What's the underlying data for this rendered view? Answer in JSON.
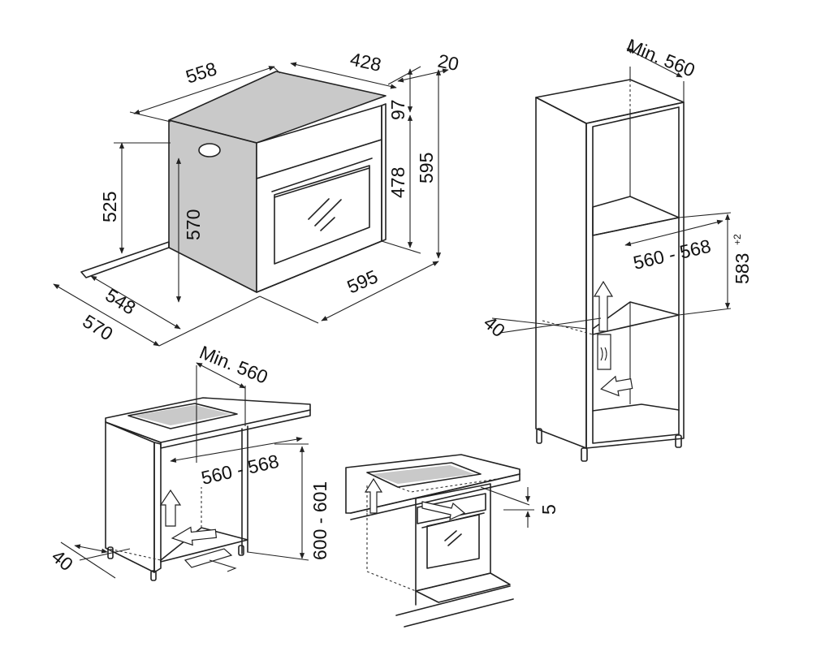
{
  "labels": {
    "oven_width_top": "558",
    "oven_depth_top": "428",
    "door_thickness": "20",
    "panel_height": "97",
    "cavity_height": "478",
    "total_height": "595",
    "side_height": "525",
    "inner_height": "570",
    "depth_548": "548",
    "depth_570": "570",
    "front_width": "595",
    "tall_min_width": "Min. 560",
    "tall_niche_width": "560 - 568",
    "tall_niche_height": "583",
    "tall_niche_height_tol": "+2",
    "tall_gap": "40",
    "base_min_width": "Min. 560",
    "base_niche_width": "560 - 568",
    "base_niche_height": "600 - 601",
    "base_gap": "40",
    "hob_gap": "5"
  }
}
